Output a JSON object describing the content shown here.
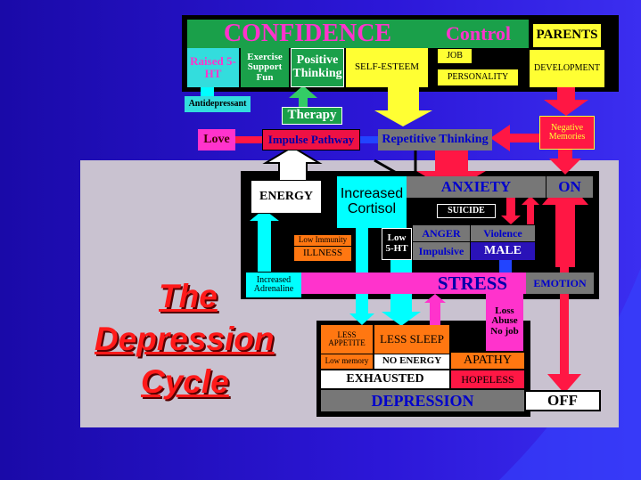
{
  "title": [
    "The",
    "Depression",
    "Cycle"
  ],
  "labels": {
    "confidence": "CONFIDENCE",
    "control": "Control",
    "parents": "PARENTS",
    "raised_5ht": "Raised 5-HT",
    "exercise": "Exercise Support Fun",
    "positive_thinking": "Positive Thinking",
    "self_esteem": "SELF-ESTEEM",
    "job": "JOB",
    "personality": "PERSONALITY",
    "development": "DEVELOPMENT",
    "antidepressant": "Antidepressant",
    "therapy": "Therapy",
    "negative_memories": "Negative Memories",
    "love": "Love",
    "impulse_pathway": "Impulse Pathway",
    "repetitive_thinking": "Repetitive Thinking",
    "energy": "ENERGY",
    "increased_cortisol": "Increased Cortisol",
    "anxiety": "ANXIETY",
    "on": "ON",
    "suicide": "SUICIDE",
    "anger": "ANGER",
    "violence": "Violence",
    "impulsive": "Impulsive",
    "male": "MALE",
    "low_immunity": "Low Immunity",
    "illness": "ILLNESS",
    "low_5ht": "Low 5-HT",
    "increased_adrenaline": "Increased Adrenaline",
    "stress": "STRESS",
    "emotion": "EMOTION",
    "loss": "Loss Abuse No job",
    "less_appetite": "LESS APPETITE",
    "less_sleep": "LESS SLEEP",
    "low_memory": "Low memory",
    "no_energy": "NO ENERGY",
    "apathy": "APATHY",
    "exhausted": "EXHAUSTED",
    "hopeless": "HOPELESS",
    "depression": "DEPRESSION",
    "off": "OFF"
  },
  "colors": {
    "background": "#2a10c8",
    "panel": "#c9c2d0",
    "arrow_red": "#ff1744",
    "arrow_cyan": "#00ffff",
    "arrow_green": "#33cc66"
  }
}
